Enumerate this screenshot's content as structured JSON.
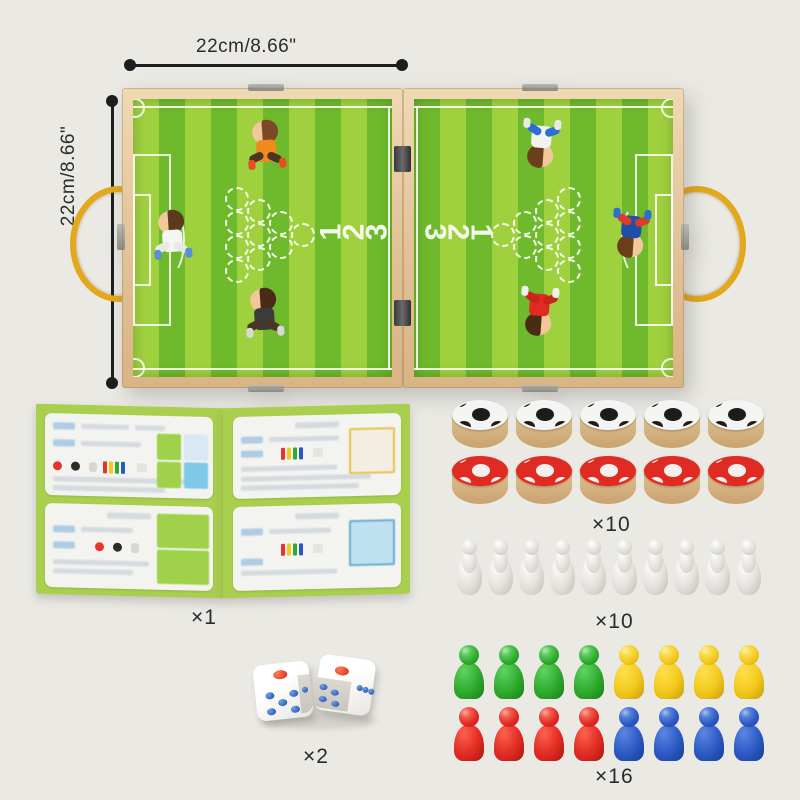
{
  "page": {
    "background_color": "#eae9e4",
    "product": "Folding wooden soccer board game set"
  },
  "dimensions": {
    "width_label": "22cm/8.66\"",
    "height_label": "22cm/8.66\""
  },
  "board": {
    "frame_color": "#e3c399",
    "field_stripe_light": "#9fd13f",
    "field_stripe_dark": "#6fb92c",
    "rope_handle_color": "#e3a81c",
    "left_panel": {
      "numbers": [
        "1",
        "2",
        "3"
      ],
      "players": [
        {
          "name": "player-orange-top",
          "jersey_color": "#f08a1e",
          "hair_color": "#7b4a24"
        },
        {
          "name": "player-white-left",
          "jersey_color": "#f5f5f2",
          "hair_color": "#5b3a1e"
        },
        {
          "name": "player-dark-bottom",
          "jersey_color": "#3b3b3b",
          "hair_color": "#4a2c16"
        }
      ],
      "pin_spots": 10
    },
    "right_panel": {
      "numbers": [
        "3",
        "2",
        "1"
      ],
      "players": [
        {
          "name": "player-blue-top",
          "jersey_color": "#2b6fd4",
          "hair_color": "#6b3f1c"
        },
        {
          "name": "player-navy-right",
          "jersey_color": "#1f4fa8",
          "hair_color": "#6b3f1c"
        },
        {
          "name": "player-red-bottom",
          "jersey_color": "#e02a22",
          "hair_color": "#4a2c16"
        }
      ],
      "pin_spots": 10
    }
  },
  "components": [
    {
      "id": "booklet",
      "name": "instruction-booklet",
      "count_label": "×1",
      "color": "#a9cf4e"
    },
    {
      "id": "dice",
      "name": "dice",
      "count_label": "×2",
      "body_color": "#ffffff",
      "pip_colors": [
        "#1d49a8",
        "#d92b10"
      ]
    },
    {
      "id": "discs",
      "name": "soccer-ball-discs",
      "count_label": "×10",
      "colors": [
        "#1c1c1c",
        "#e02b22"
      ],
      "wood_color": "#d9b07a"
    },
    {
      "id": "pins",
      "name": "bowling-pins",
      "count_label": "×10",
      "color": "#e2e0da"
    },
    {
      "id": "pawns",
      "name": "game-pawns",
      "count_label": "×16",
      "colors": [
        "#2eaa2e",
        "#f2c81c",
        "#e02b22",
        "#2b59c3"
      ]
    }
  ],
  "labels": {
    "booklet_count": "×1",
    "dice_count": "×2",
    "discs_count": "×10",
    "pins_count": "×10",
    "pawns_count": "×16"
  }
}
